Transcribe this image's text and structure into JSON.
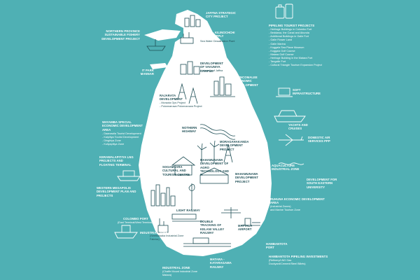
{
  "colors": {
    "sea": "#4fb0b4",
    "land": "#ffffff",
    "ink": "#1f4f56"
  },
  "labels": {
    "jaffna_strategic": "JAFFNA STRATEGIC CITY PROJECT",
    "northern_province": "NORTHERN PROVINCE SUSTAINABLE FISHERY DEVELOPMENT PROJECT",
    "jaffna_kilinochchi": "JAFFNA - KILINOCHCHI WATER SUPPLY PROJECT",
    "jaffna_kilinochchi_sub": "Sea Water Desalination Plant",
    "it_park_mannar": "IT PARK MANNAR",
    "vavuniya_campus": "DEVELOPMENT OF VAVUNIYA CAMPUS",
    "vavuniya_campus_sub": "University of Jaffna",
    "trincomalee": "TRINCOMALEE ECONOMIC DEVELOPMENT AREA",
    "rajarata": "RAJARATA DEVELOPMENT",
    "rajarata_subs": [
      "- Moraota Ops Project",
      "- Polonnaruwa Polonnaruwa Project"
    ],
    "nothern_highway": "NOTHERN HIGHWAY",
    "wayamba": "WAYAMBA SPECIAL ECONOMIC DEVELOPMENT AREA",
    "wayamba_subs": [
      "- Daanawila Tourist Development",
      "- Kalpitiya Tourist Development",
      "- Dingiriya Zone",
      "- Kuliyapitiya Zone"
    ],
    "moragahakanda": "MORAGAHAKANDA DEVELOPMENT PROJECT",
    "kerawalapitiya": "KERAWALAPITIYA LNG PROJECTS AND FLOATING TERMINAL",
    "sogamsara": "SOGAMSARA CULTURAL AND TOURISM CENTRE",
    "mahamunawa_agro": "MAHAMUNAWA DEVELOPMENT OF AGRO TECHNOLOGY AND IT",
    "mahamunawa_dev": "MAHAMUNAWA DEVELOPMENT PROJECT",
    "western_megapolis": "WESTERN MEGAPOLIS DEVELOPMENT PLAN AND PROJECTS",
    "light_railway": "LIGHT RAILWAY",
    "colombo_port": "COLOMBO PORT",
    "colombo_port_sub": "(East Terminal/West Terminal)",
    "double_tracking": "DOUBLE TRACKING OF KELANI VALLEY RAILWAY",
    "mattala": "MATTALA AIRPORT",
    "industrial_zone_1": "INDUSTRIAL ZONE",
    "industrial_zone_1_sub": [
      "(Seethawaka Industrial Zone",
      "Fabrics)"
    ],
    "hambantota_port": "HAMBANTOTA PORT",
    "industrial_zone_2": "INDUSTRIAL ZONE",
    "industrial_zone_2_sub": [
      "(Chaffe Mount industrial Zone",
      "Matara)"
    ],
    "matara_kataragama": "MATARA - KATARAGAMA RAILWAY",
    "hambantota_pipeline": "HAMBANTOTA PIPELING INVESTMENTS",
    "hambantota_pipeline_sub": [
      "(Refinery/LNG Gas",
      "Dockyard/Cement/Steel Billets)"
    ],
    "pipeling_tourist": "PIPELING TOURIST PROJECTS",
    "pipeling_tourist_items": [
      "- Heritage Buildings in Colombo Fort",
      "- Beddawa, the Canal and Abunda",
      "- Additional Buildings in Galle Fort",
      "- Galle Flower Land",
      "- Galle Marina",
      "- Koggala Sea Plane Museum",
      "- Koggala Golf Course",
      "- Matara Golf Course",
      "- Heritage Building in the Matara Fort",
      "- Tangalle Fort",
      "- Cultural Triangle Tourism Expansion Project"
    ],
    "soft_infrastructure": "SOFT INFRASTRUCTURE",
    "yachts": "YACHTS AND CRUISES",
    "domestic_air": "DOMESTIC AIR SERVICES PPP",
    "aquaculture": "AQUACULTURE INDUSTRIAL ZONE",
    "south_eastern": "DEVELOPMENT FOR SOUTH EASTERN UNIVERSITY",
    "ruhuna": "RUHUNA ECONOMIC DEVELOPMENT AREA",
    "ruhuna_sub": [
      "(Industrial Zones)",
      "and Marine Tourism Zone"
    ]
  }
}
